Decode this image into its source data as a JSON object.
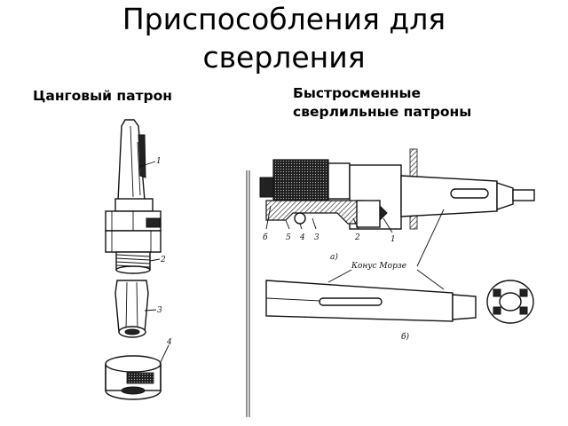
{
  "slide": {
    "title_line1": "Приспособления для",
    "title_line2": "сверления",
    "left_label": "Цанговый патрон",
    "right_label_line1": "Быстросменные",
    "right_label_line2": "сверлильные патроны"
  },
  "figure_annotations": {
    "collet_parts": [
      "1",
      "2",
      "3",
      "4"
    ],
    "chuck_parts": [
      "б",
      "5",
      "4",
      "3",
      "2",
      "1"
    ],
    "view_a": "а)",
    "view_b": "б)",
    "taper_label": "Конус Морзе"
  }
}
